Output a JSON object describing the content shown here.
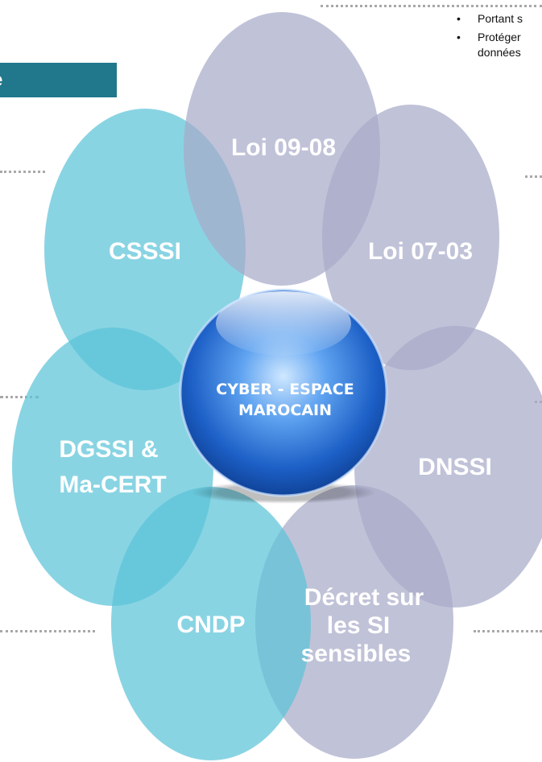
{
  "header": {
    "bar_text": "e",
    "bullets": [
      {
        "line1": "Portant s",
        "line2": ""
      },
      {
        "line1": "Protéger",
        "line2": "données"
      }
    ]
  },
  "diagram": {
    "center": "CYBER - ESPACE MAROCAIN",
    "center_lines": [
      "CYBER - ESPACE",
      "MAROCAIN"
    ],
    "petals": [
      {
        "lines": [
          "Loi 09-08"
        ],
        "color": "#a8aac9"
      },
      {
        "lines": [
          "Loi 07-03"
        ],
        "color": "#a8aac9"
      },
      {
        "lines": [
          "CSSSI"
        ],
        "color": "#5cc3d8"
      },
      {
        "lines": [
          "DNSSI"
        ],
        "color": "#a8aac9"
      },
      {
        "lines": [
          "DGSSI &",
          "Ma-CERT"
        ],
        "color": "#5cc3d8"
      },
      {
        "lines": [
          "Décret sur",
          "les SI",
          "sensibles"
        ],
        "color": "#a8aac9"
      },
      {
        "lines": [
          "CNDP"
        ],
        "color": "#5cc3d8"
      }
    ]
  }
}
